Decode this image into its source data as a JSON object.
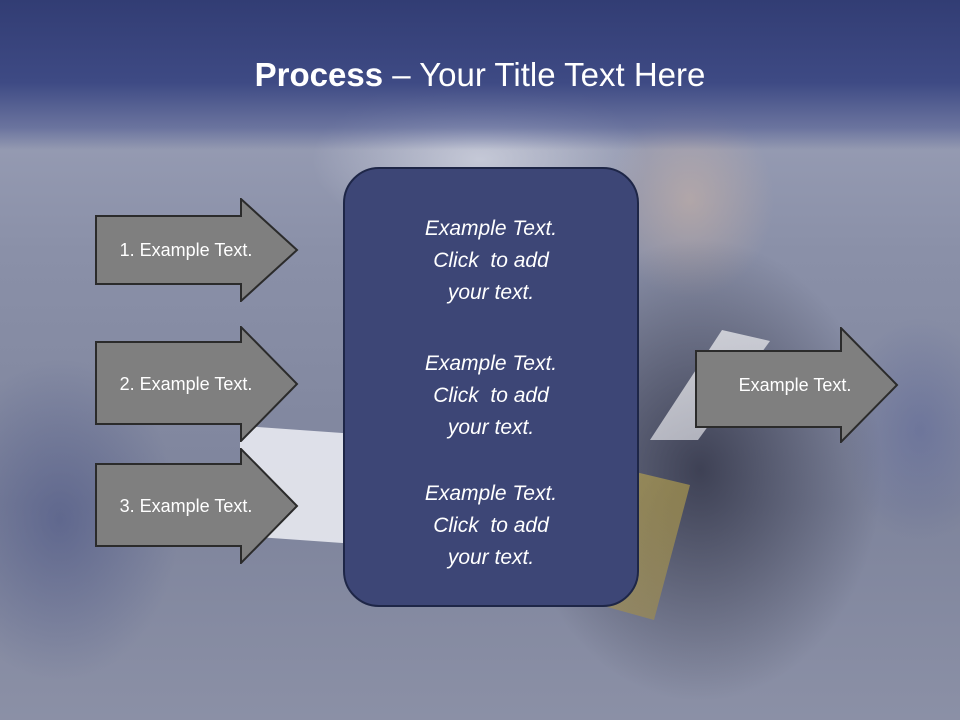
{
  "title": {
    "bold": "Process",
    "rest": " – Your Title Text Here"
  },
  "left_arrows": [
    {
      "label": "1. Example Text."
    },
    {
      "label": "2. Example Text."
    },
    {
      "label": "3. Example Text."
    }
  ],
  "center_blocks": [
    {
      "lines": [
        "Example Text.",
        "Click  to add",
        "your text."
      ]
    },
    {
      "lines": [
        "Example Text.",
        "Click  to add",
        "your text."
      ]
    },
    {
      "lines": [
        "Example Text.",
        "Click  to add",
        "your text."
      ]
    }
  ],
  "right_arrow": {
    "label": "Example Text."
  },
  "colors": {
    "title_bar": "#3e4a84",
    "center_box": "#3d4676",
    "arrow_fill": "#7f7f7f",
    "arrow_stroke": "#2b2b2b",
    "text": "#ffffff"
  }
}
